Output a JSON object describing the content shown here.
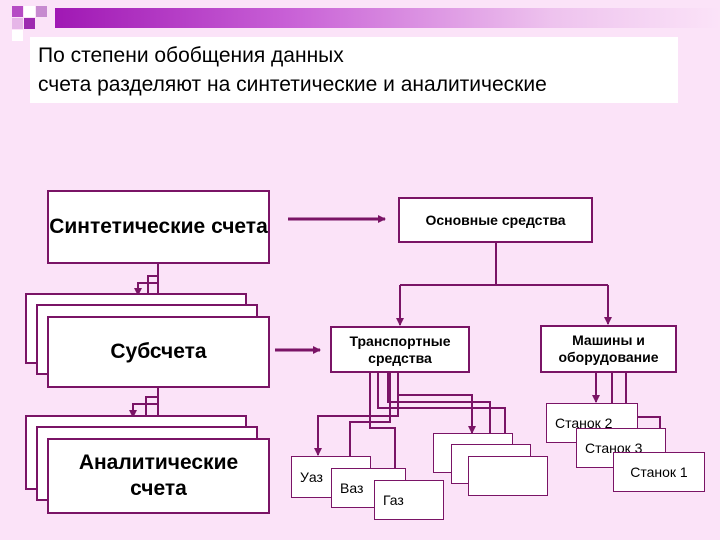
{
  "title": {
    "line1": "По степени обобщения данных",
    "line2": "счета разделяют на синтетические и аналитические"
  },
  "left": {
    "synthetic": "Синтетические счета",
    "subaccounts": "Субсчета",
    "analytical": "Аналитические счета"
  },
  "right": {
    "fixed_assets": "Основные средства",
    "transport": "Транспортные средства",
    "machines": "Машины и оборудование",
    "uaz": "Уаз",
    "vaz": "Ваз",
    "gaz": "Газ",
    "machine2": "Станок 2",
    "machine3": "Станок 3",
    "machine1": "Станок 1"
  },
  "colors": {
    "background": "#fbe3f8",
    "accent": "#a018b4",
    "border": "#7a1466"
  }
}
